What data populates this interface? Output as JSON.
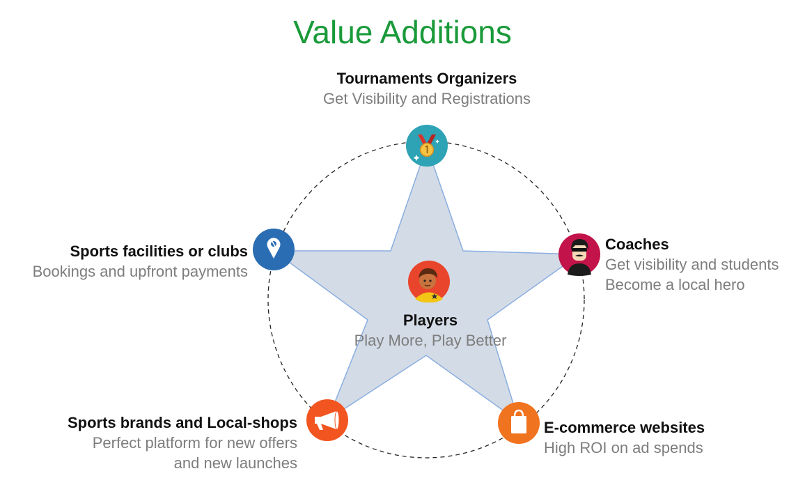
{
  "title": "Value Additions",
  "center": {
    "name": "Players",
    "desc": "Play More, Play Better",
    "icon": "player-icon"
  },
  "nodes": {
    "tournaments": {
      "name": "Tournaments Organizers",
      "desc": [
        "Get Visibility and Registrations"
      ],
      "icon": "medal-icon",
      "color": "#2ea3b5"
    },
    "coaches": {
      "name": "Coaches",
      "desc": [
        "Get visibility and students",
        "Become a local hero"
      ],
      "icon": "coach-icon",
      "color": "#c2134a"
    },
    "ecommerce": {
      "name": "E-commerce websites",
      "desc": [
        "High ROI on ad spends"
      ],
      "icon": "shopping-bag-icon",
      "color": "#f07320"
    },
    "brands": {
      "name": "Sports brands and Local-shops",
      "desc": [
        "Perfect platform for new offers",
        "and new launches"
      ],
      "icon": "megaphone-icon",
      "color": "#f25520"
    },
    "facilities": {
      "name": "Sports facilities or clubs",
      "desc": [
        "Bookings and upfront payments"
      ],
      "icon": "location-pin-icon",
      "color": "#2a6db3"
    }
  },
  "colors": {
    "title": "#1a9a3a",
    "star_fill": "#d3dbe6",
    "star_stroke": "#8aaee0",
    "heading": "#111111",
    "subtext": "#7d7d7d"
  }
}
